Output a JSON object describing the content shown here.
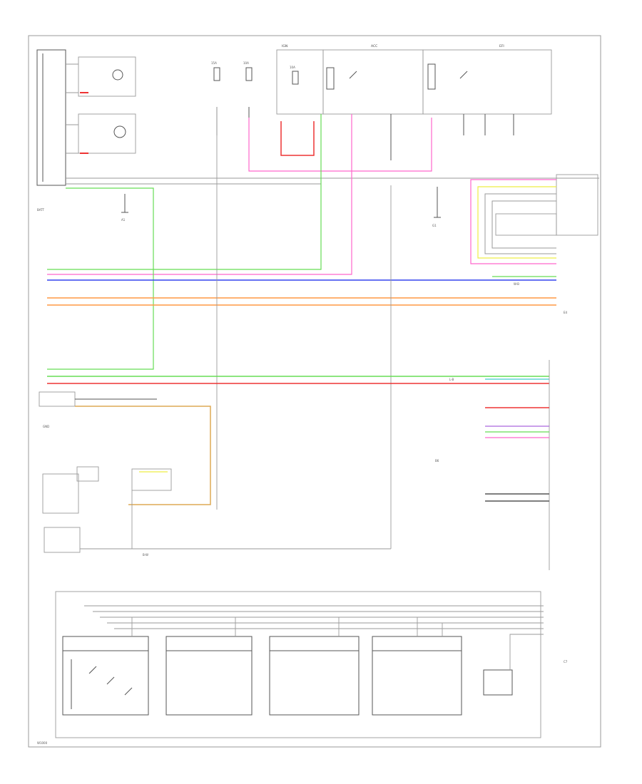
{
  "colors": {
    "green": "#66dd55",
    "pink": "#ff66cc",
    "red": "#ee3333",
    "blue": "#3344ee",
    "orange": "#ff9944",
    "yellow": "#eeee44",
    "tan": "#ddaa55",
    "violet": "#aa66dd",
    "gray": "#9a9a9a",
    "cyan": "#44cccc"
  },
  "labels": {
    "fuse_1": "15A",
    "fuse_2": "10A",
    "fuse_3": "10A",
    "relay_box_left": "IGN",
    "relay_box_mid": "ACC",
    "relay_box_right": "EFI",
    "left_top_ref": "BATT",
    "left_mid_ref": "GND",
    "wire_code_1": "W-B",
    "wire_code_2": "L-B",
    "wire_code_3": "B-W",
    "bottom_left_code": "W1000",
    "connector_tag": "E4",
    "body_ecu_tag": "B6",
    "ground_1": "A1",
    "ground_2": "G1",
    "unit_tag": "C7"
  }
}
